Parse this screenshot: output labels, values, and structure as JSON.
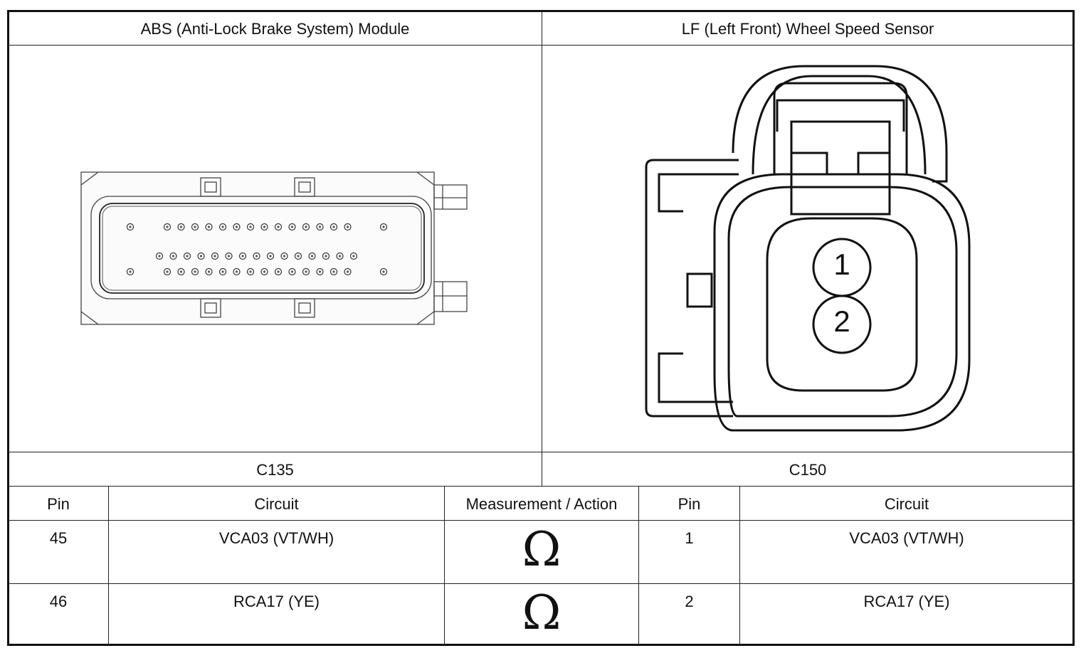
{
  "header": {
    "left_title": "ABS (Anti-Lock Brake System) Module",
    "right_title": "LF (Left Front) Wheel Speed Sensor"
  },
  "connectors": {
    "left_id": "C135",
    "right_id": "C150",
    "sensor_pins": [
      "1",
      "2"
    ]
  },
  "table": {
    "headers": [
      "Pin",
      "Circuit",
      "Measurement / Action",
      "Pin",
      "Circuit"
    ],
    "rows": [
      {
        "pin_a": "45",
        "circuit_a": "VCA03 (VT/WH)",
        "action": "Ω",
        "pin_b": "1",
        "circuit_b": "VCA03 (VT/WH)"
      },
      {
        "pin_a": "46",
        "circuit_a": "RCA17 (YE)",
        "action": "Ω",
        "pin_b": "2",
        "circuit_b": "RCA17 (YE)"
      }
    ]
  }
}
